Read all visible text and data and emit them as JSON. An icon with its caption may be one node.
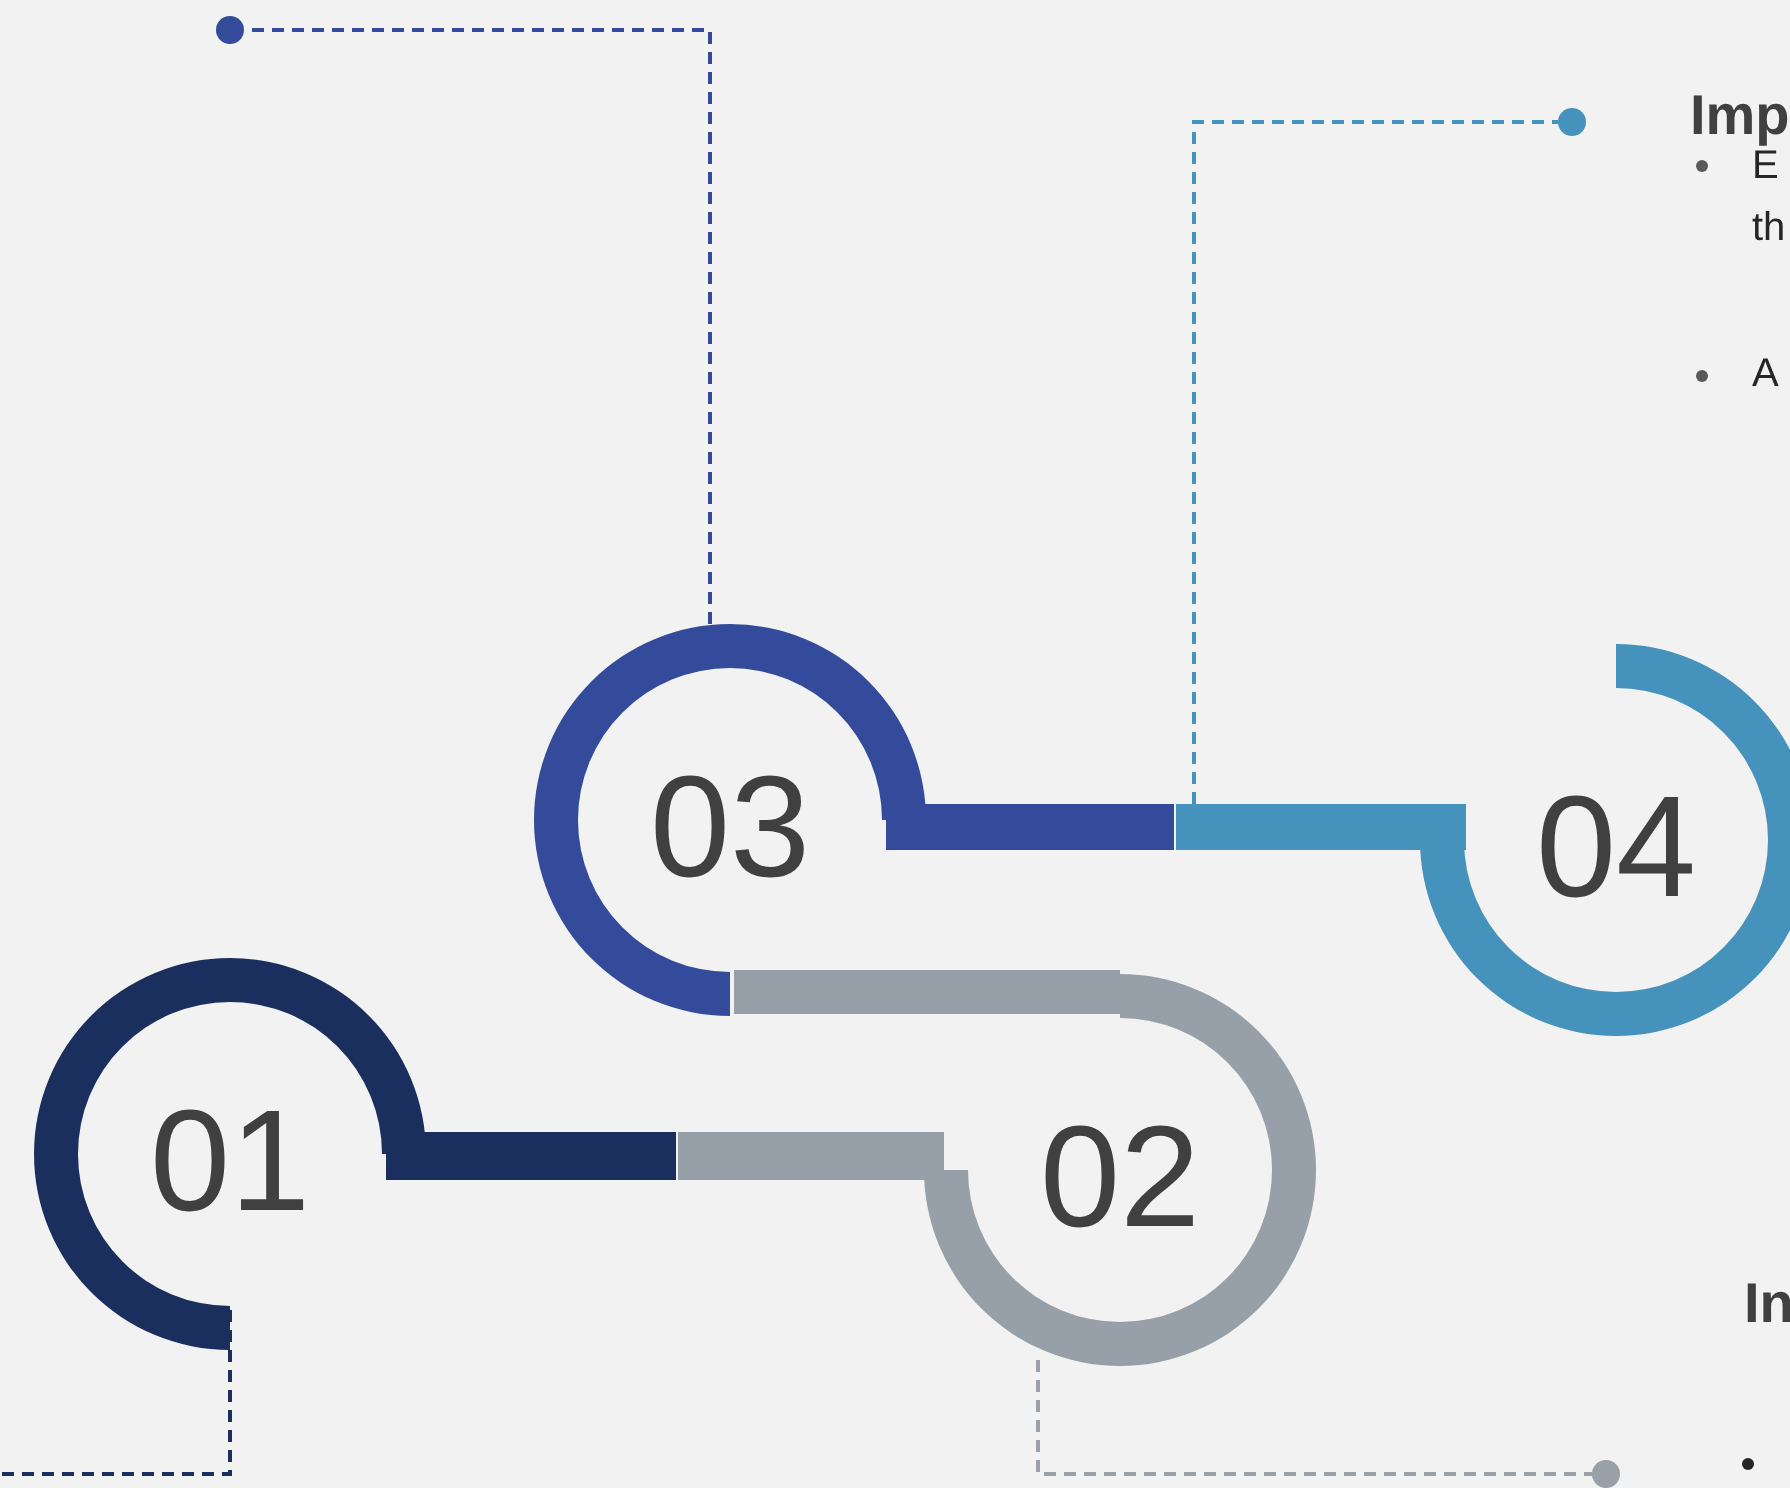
{
  "diagram": {
    "nodes": [
      {
        "text": [
          "01"
        ]
      },
      {
        "text": [
          "02"
        ]
      },
      {
        "text": [
          "03"
        ]
      },
      {
        "text": [
          "04"
        ]
      },
      {
        "text": [],
        "shape": "circle"
      },
      {
        "text": [],
        "shape": "circle"
      },
      {
        "text": [],
        "shape": "circle"
      }
    ],
    "edges": [
      {
        "from": 2,
        "to": 4,
        "arrow": "none",
        "style": "dashed",
        "color": "#344a9a"
      },
      {
        "from": 3,
        "to": 5,
        "arrow": "none",
        "style": "dashed",
        "color": "#4592bc"
      },
      {
        "from": 0,
        "to": null,
        "arrow": "none",
        "style": "dashed",
        "color": "#1b2f5e"
      },
      {
        "from": 1,
        "to": 6,
        "arrow": "none",
        "style": "dashed",
        "color": "#9aa0a8"
      }
    ],
    "labels": [
      "Imp",
      "E th",
      "A",
      "In"
    ]
  }
}
